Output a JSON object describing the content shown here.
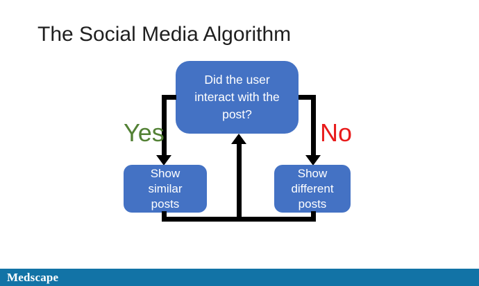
{
  "slide": {
    "title": "The Social Media Algorithm",
    "flowchart": {
      "decision_node": {
        "label": "Did the user\ninteract with the\npost?"
      },
      "yes_node": {
        "label": "Show\nsimilar\nposts"
      },
      "no_node": {
        "label": "Show\ndifferent\nposts"
      },
      "yes_edge_label": "Yes",
      "no_edge_label": "No"
    },
    "colors": {
      "node_fill": "#4472c4",
      "node_text": "#ffffff",
      "yes_label_color": "#538135",
      "no_label_color": "#e81b1b",
      "connector_color": "#000000",
      "footer_bar_color": "#1273a6"
    },
    "footer": {
      "logo_text": "Medscape"
    }
  }
}
